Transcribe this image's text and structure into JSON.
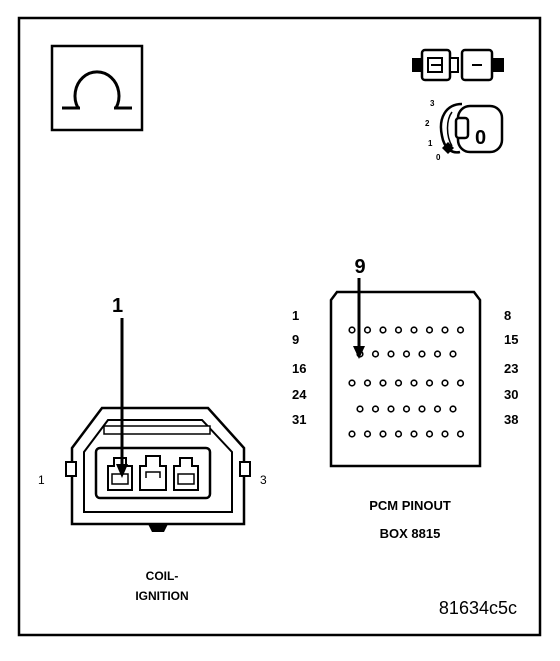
{
  "ohm_symbol": "Ω",
  "key_positions": [
    "3",
    "2",
    "1",
    "0"
  ],
  "key_face": "0",
  "coil_connector": {
    "pointer_label": "1",
    "pin_left": "1",
    "pin_right": "3",
    "caption_line1": "COIL-",
    "caption_line2": "IGNITION"
  },
  "pcm_connector": {
    "pointer_label": "9",
    "row_left_labels": [
      "1",
      "9",
      "16",
      "24",
      "31"
    ],
    "row_right_labels": [
      "8",
      "15",
      "23",
      "30",
      "38"
    ],
    "row_pin_counts": [
      8,
      7,
      8,
      7,
      8
    ],
    "highlighted_pin": "9",
    "caption_line1": "PCM PINOUT",
    "caption_line2": "BOX 8815"
  },
  "figure_id": "81634c5c"
}
